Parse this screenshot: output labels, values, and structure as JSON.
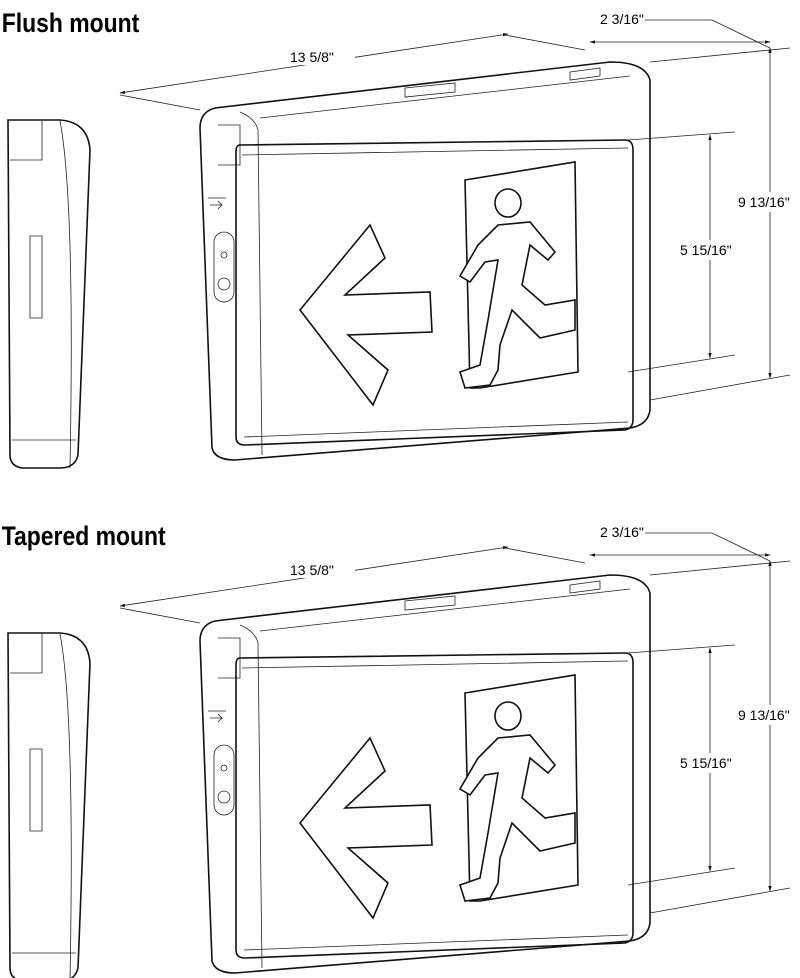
{
  "sections": [
    {
      "title": "Flush mount",
      "dimensions": {
        "width": "13 5/8\"",
        "depth": "2 3/16\"",
        "height": "9 13/16\"",
        "panel_height": "5 15/16\""
      }
    },
    {
      "title": "Tapered mount",
      "dimensions": {
        "width": "13 5/8\"",
        "depth": "2 3/16\"",
        "height": "9 13/16\"",
        "panel_height": "5 15/16\""
      }
    }
  ]
}
